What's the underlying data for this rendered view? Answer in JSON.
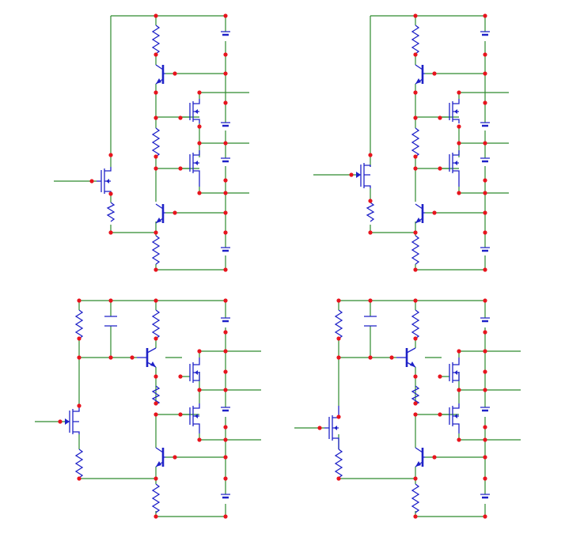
{
  "diagram": {
    "circuits": [
      {
        "id": "top-left",
        "input_type": "nmos"
      },
      {
        "id": "top-right",
        "input_type": "nmos-arrow"
      },
      {
        "id": "bottom-left",
        "input_type": "nmos-arrow-with-bias"
      },
      {
        "id": "bottom-right",
        "input_type": "pmos-with-bias"
      }
    ],
    "colors": {
      "wire": "#2e8b2e",
      "component": "#1f22c8",
      "junction": "#e8141e"
    }
  }
}
